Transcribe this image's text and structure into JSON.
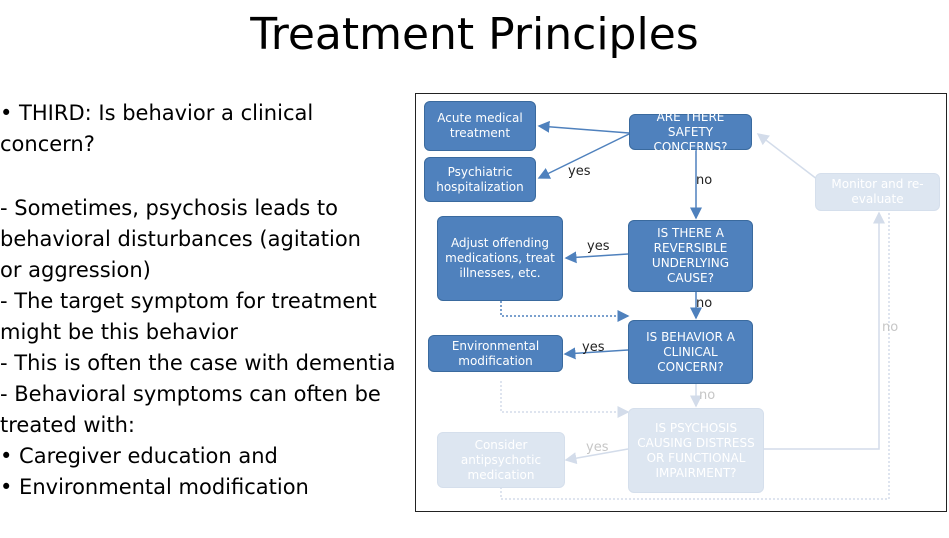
{
  "title": "Treatment Principles",
  "bullets": [
    "• THIRD:  Is behavior a clinical",
    "   concern?",
    "  - Sometimes, psychosis leads to",
    "     behavioral disturbances (agitation",
    "     or aggression)",
    "  - The target symptom for treatment",
    "     might be this behavior",
    "  - This is often the case with dementia",
    "  - Behavioral symptoms can often be",
    "     treated with:",
    "     • Caregiver education and",
    "     • Environmental modification"
  ],
  "flowchart": {
    "safety": "ARE THERE SAFETY CONCERNS?",
    "acute": "Acute medical treatment",
    "psych_hosp": "Psychiatric hospitalization",
    "reversible": "IS THERE A REVERSIBLE UNDERLYING CAUSE?",
    "adjust": "Adjust offending medications, treat illnesses, etc.",
    "behavior": "IS BEHAVIOR A CLINICAL CONCERN?",
    "env_mod": "Environmental modification",
    "psychosis": "IS PSYCHOSIS CAUSING DISTRESS OR FUNCTIONAL IMPAIRMENT?",
    "antipsychotic": "Consider antipsychotic medication",
    "monitor": "Monitor and re-evaluate",
    "labels": {
      "yes1": "yes",
      "no1": "no",
      "yes2": "yes",
      "no2": "no",
      "yes3": "yes",
      "no3": "no",
      "yes4": "yes",
      "no_right": "no"
    }
  }
}
